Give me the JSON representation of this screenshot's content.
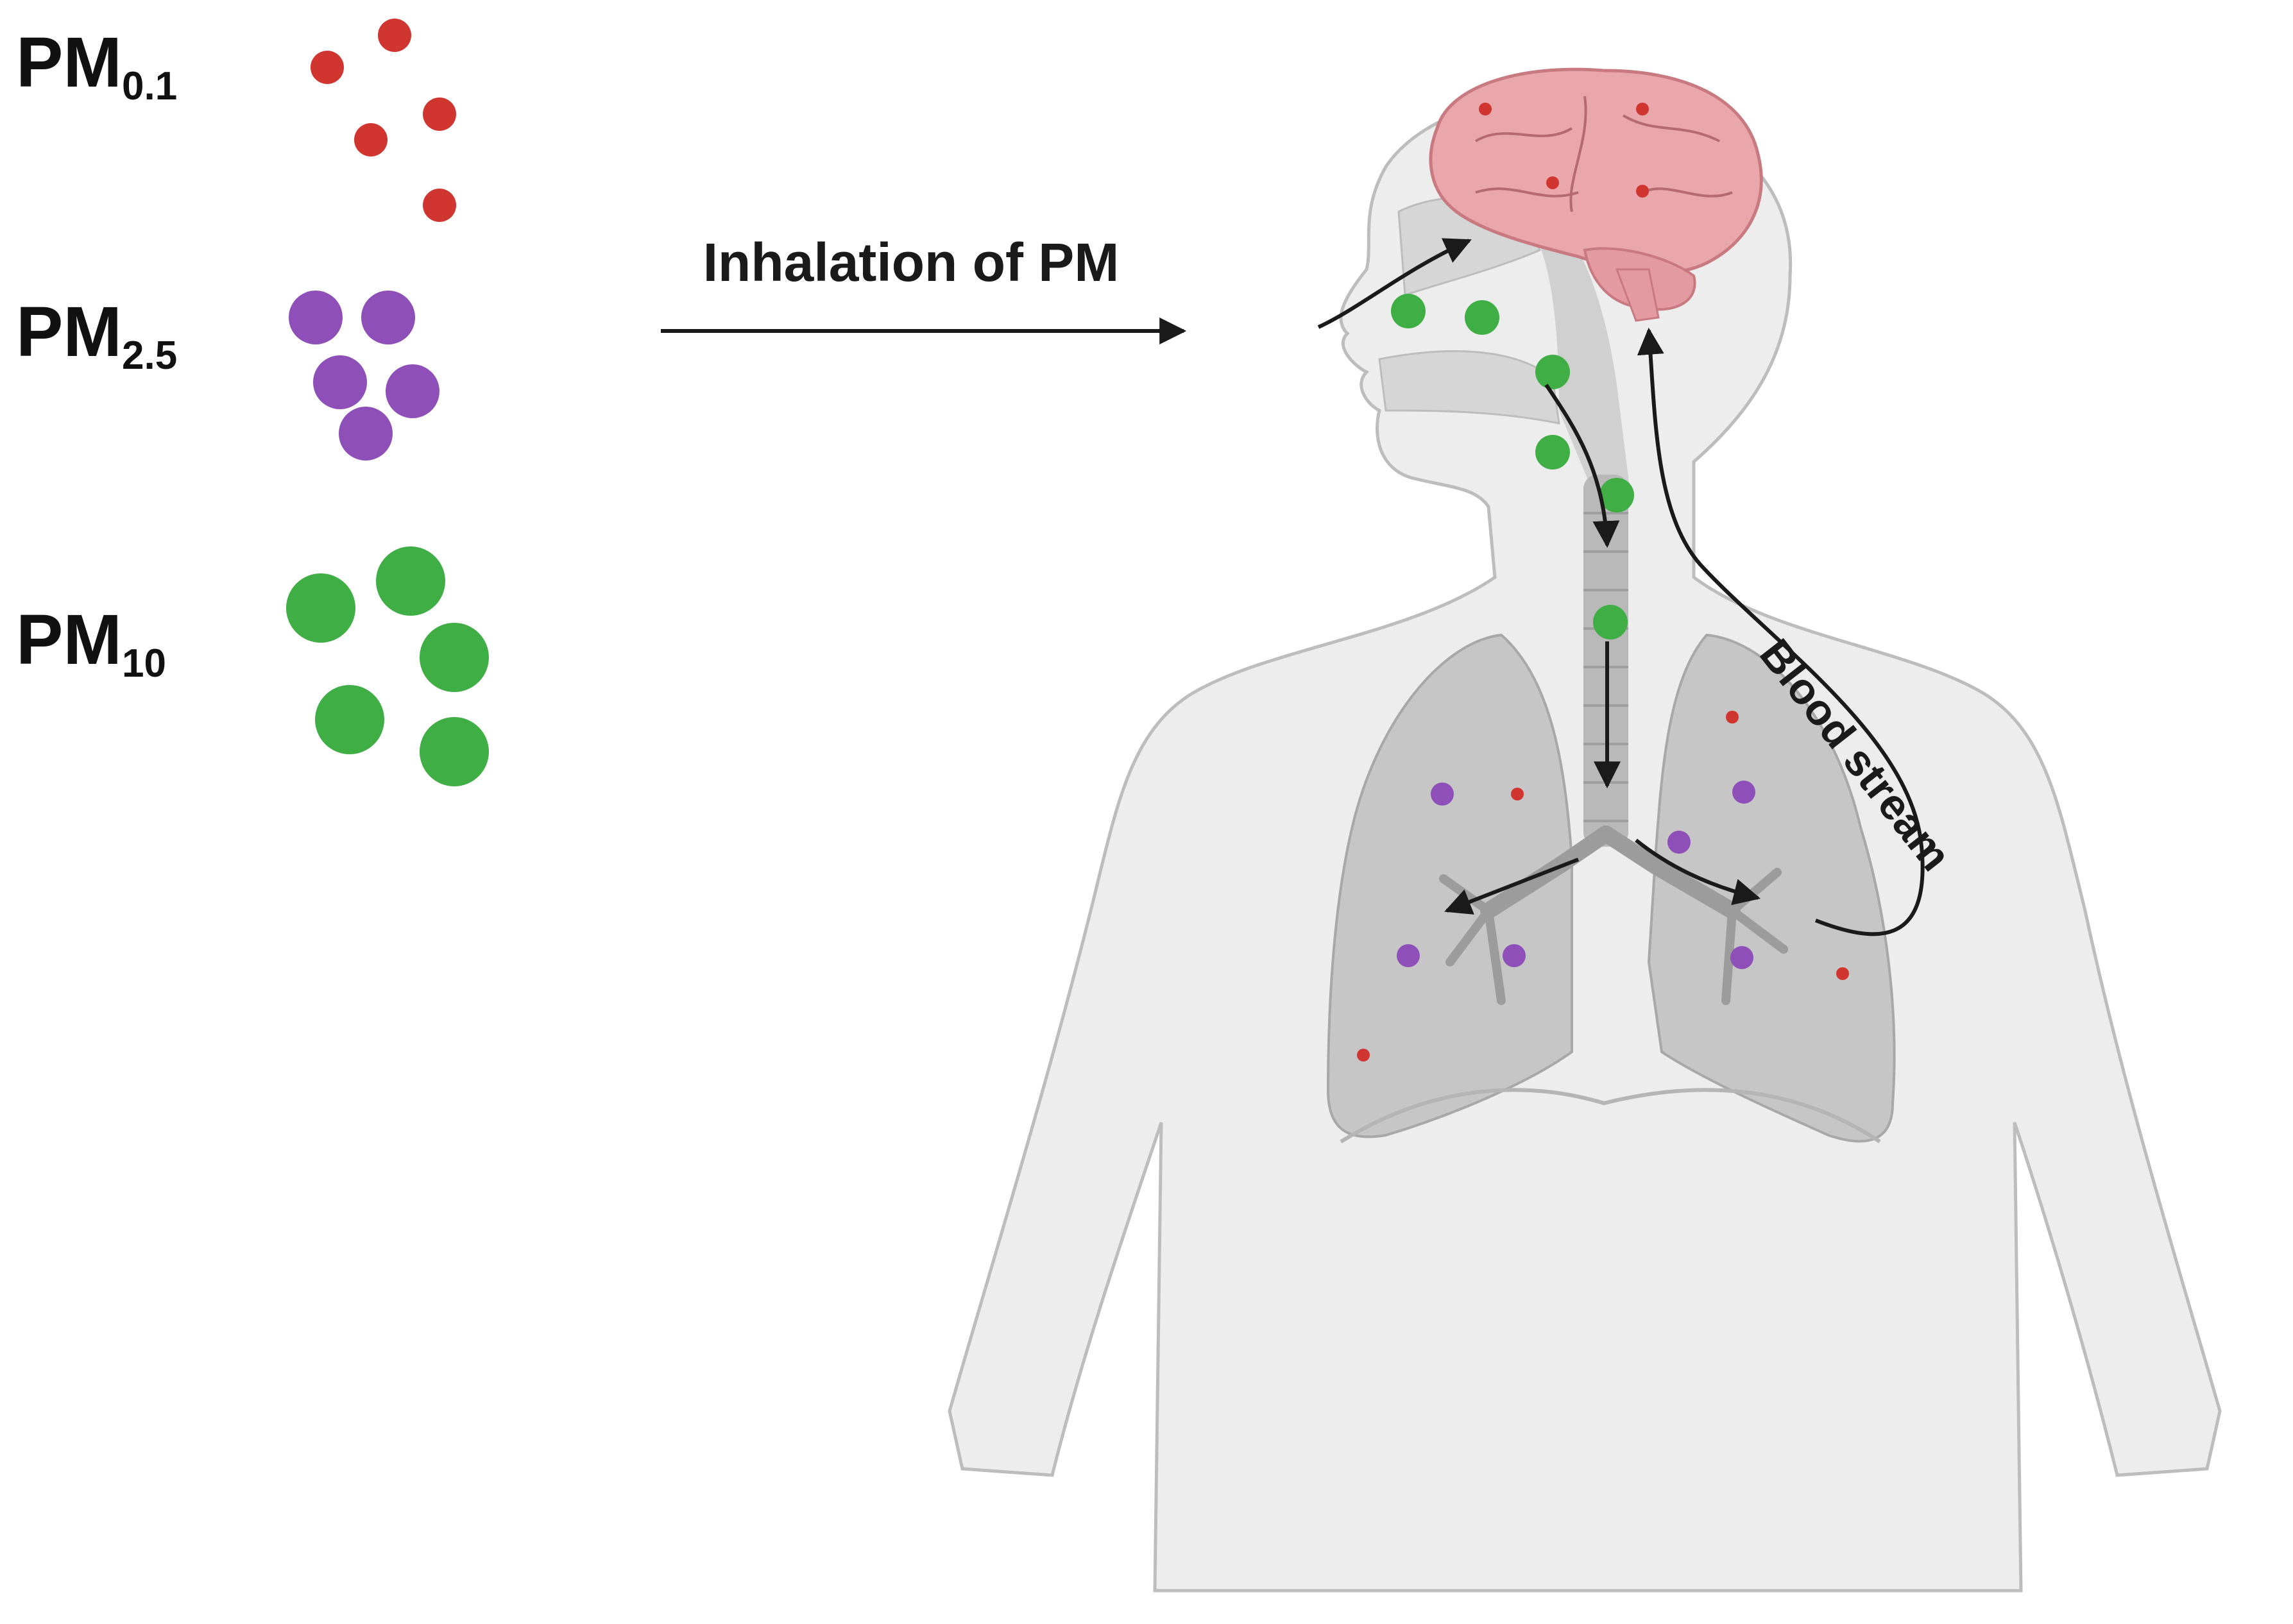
{
  "legend": {
    "items": [
      {
        "main": "PM",
        "sub": "0.1",
        "color": "#d03530",
        "icon": "small-particle-icon"
      },
      {
        "main": "PM",
        "sub": "2.5",
        "color": "#8e4fb8",
        "icon": "medium-particle-icon"
      },
      {
        "main": "PM",
        "sub": "10",
        "color": "#3fae45",
        "icon": "large-particle-icon"
      }
    ]
  },
  "inhalation_label": "Inhalation of PM",
  "blood_stream_label": "Blood stream",
  "colors": {
    "brain": "#e9a7ab",
    "brain_outline": "#c97a80",
    "lungs": "#c6c6c6",
    "body": "#ededed",
    "body_outline": "#bdbdbd",
    "arrow": "#1a1a1a"
  }
}
